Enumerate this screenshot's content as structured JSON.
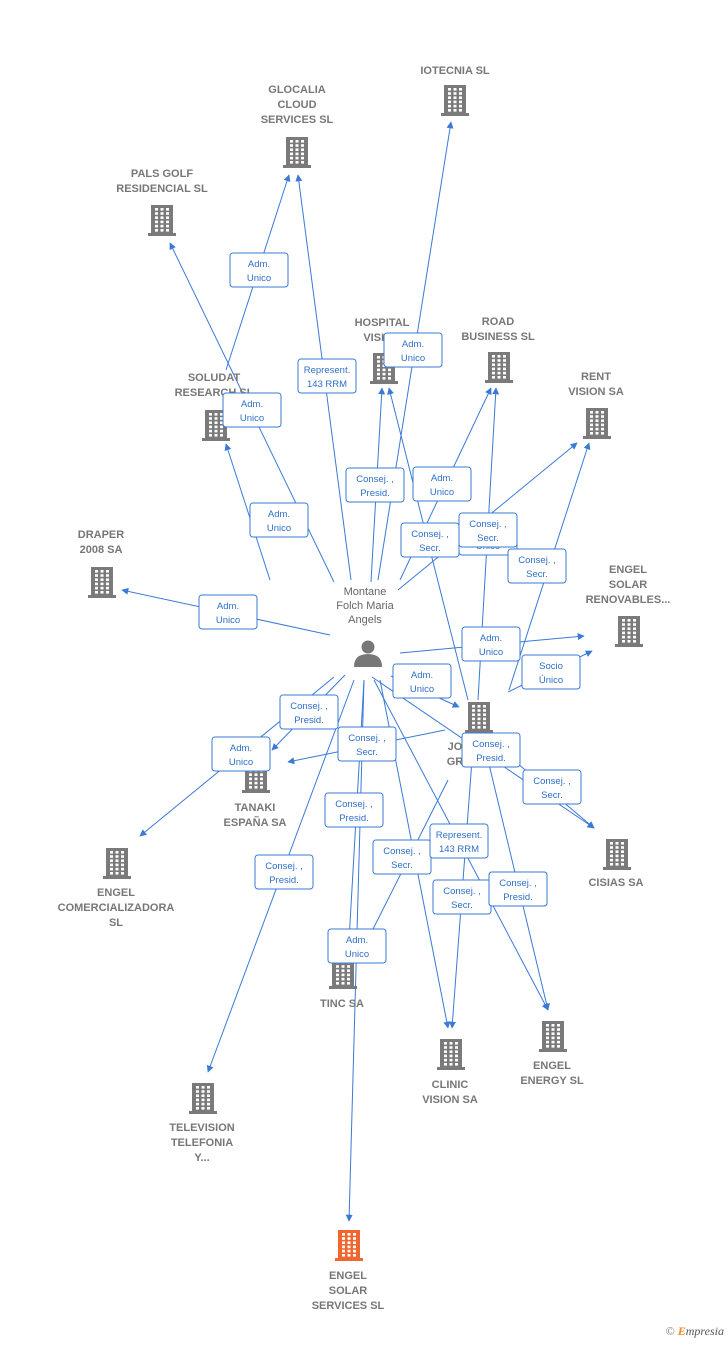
{
  "center": {
    "name_lines": [
      "Montane",
      "Folch Maria",
      "Angels"
    ]
  },
  "companies": [
    {
      "id": "iotecnia",
      "lines": [
        "IOTECNIA SL"
      ]
    },
    {
      "id": "glocalia",
      "lines": [
        "GLOCALIA",
        "CLOUD",
        "SERVICES SL"
      ]
    },
    {
      "id": "pals",
      "lines": [
        "PALS GOLF",
        "RESIDENCIAL SL"
      ]
    },
    {
      "id": "hospital",
      "lines": [
        "HOSPITAL",
        "VISION"
      ]
    },
    {
      "id": "road",
      "lines": [
        "ROAD",
        "BUSINESS SL"
      ]
    },
    {
      "id": "rent",
      "lines": [
        "RENT",
        "VISION SA"
      ]
    },
    {
      "id": "soludat",
      "lines": [
        "SOLUDAT",
        "RESEARCH SL"
      ]
    },
    {
      "id": "draper",
      "lines": [
        "DRAPER",
        "2008 SA"
      ]
    },
    {
      "id": "engelsolarren",
      "lines": [
        "ENGEL",
        "SOLAR",
        "RENOVABLES..."
      ]
    },
    {
      "id": "jomi",
      "lines": [
        "JO",
        "GR"
      ]
    },
    {
      "id": "tanaki",
      "lines": [
        "TANAKI",
        "ESPAÑA SA"
      ]
    },
    {
      "id": "engelcom",
      "lines": [
        "ENGEL",
        "COMERCIALIZADORA",
        "SL"
      ]
    },
    {
      "id": "cisias",
      "lines": [
        "CISIAS SA"
      ]
    },
    {
      "id": "tinc",
      "lines": [
        "TINC SA"
      ]
    },
    {
      "id": "clinic",
      "lines": [
        "CLINIC",
        "VISION SA"
      ]
    },
    {
      "id": "engelenergy",
      "lines": [
        "ENGEL",
        "ENERGY SL"
      ]
    },
    {
      "id": "television",
      "lines": [
        "TELEVISION",
        "TELEFONIA",
        "Y..."
      ]
    },
    {
      "id": "engelsolarserv",
      "lines": [
        "ENGEL",
        "SOLAR",
        "SERVICES SL"
      ],
      "highlight": true
    }
  ],
  "relations": [
    {
      "from": "center",
      "to": "iotecnia",
      "label": [
        "Adm.",
        "Unico"
      ]
    },
    {
      "from": "center",
      "to": "glocalia",
      "label": [
        "Represent.",
        "143 RRM"
      ]
    },
    {
      "from": "soludat",
      "to": "glocalia",
      "label": [
        "Adm.",
        "Unico"
      ]
    },
    {
      "from": "center",
      "to": "pals",
      "label": [
        "Adm.",
        "Unico"
      ]
    },
    {
      "from": "center",
      "to": "hospital",
      "label": [
        "Consej. ,",
        "Presid."
      ]
    },
    {
      "from": "jomi",
      "to": "hospital",
      "label": [
        "Consej. ,",
        "Secr."
      ]
    },
    {
      "from": "center",
      "to": "road",
      "label": [
        "Adm.",
        "Unico"
      ]
    },
    {
      "from": "jomi",
      "to": "road",
      "label": [
        "Socio",
        "Único"
      ]
    },
    {
      "from": "center",
      "to": "rent",
      "label": [
        "Consej. ,",
        "Secr."
      ]
    },
    {
      "from": "jomi",
      "to": "rent",
      "label": [
        "Consej. ,",
        "Secr."
      ]
    },
    {
      "from": "center",
      "to": "soludat",
      "label": [
        "Adm.",
        "Unico"
      ]
    },
    {
      "from": "center",
      "to": "draper",
      "label": [
        "Adm.",
        "Unico"
      ]
    },
    {
      "from": "center",
      "to": "engelsolarren",
      "label": [
        "Adm.",
        "Unico"
      ]
    },
    {
      "from": "jomi",
      "to": "engelsolarren",
      "label": [
        "Socio",
        "Único"
      ]
    },
    {
      "from": "center",
      "to": "jomi",
      "label": [
        "Adm.",
        "Unico"
      ]
    },
    {
      "from": "center",
      "to": "tanaki",
      "label": [
        "Consej. ,",
        "Presid."
      ]
    },
    {
      "from": "jomi",
      "to": "tanaki",
      "label": [
        "Consej. ,",
        "Secr."
      ]
    },
    {
      "from": "center",
      "to": "engelcom",
      "label": [
        "Adm.",
        "Unico"
      ]
    },
    {
      "from": "center",
      "to": "cisias",
      "label": [
        "Consej. ,",
        "Presid."
      ]
    },
    {
      "from": "jomi",
      "to": "cisias",
      "label": [
        "Consej. ,",
        "Secr."
      ]
    },
    {
      "from": "center",
      "to": "tinc",
      "label": [
        "Consej. ,",
        "Presid."
      ]
    },
    {
      "from": "jomi",
      "to": "tinc",
      "label": [
        "Consej. ,",
        "Secr."
      ]
    },
    {
      "from": "center",
      "to": "clinic",
      "label": [
        "Represent.",
        "143 RRM"
      ]
    },
    {
      "from": "jomi",
      "to": "clinic",
      "label": [
        "Consej. ,",
        "Secr."
      ]
    },
    {
      "from": "center",
      "to": "engelenergy",
      "label": [
        "Consej. ,",
        "Presid."
      ]
    },
    {
      "from": "jomi",
      "to": "engelenergy",
      "label": [
        "Consej. ,",
        "Presid."
      ]
    },
    {
      "from": "center",
      "to": "television",
      "label": [
        "Consej. ,",
        "Presid."
      ]
    },
    {
      "from": "center",
      "to": "engelsolarserv",
      "label": [
        "Adm.",
        "Unico"
      ]
    }
  ],
  "colors": {
    "edge": "#3a7ad5",
    "building": "#7a7a7a",
    "highlight": "#f0662e",
    "person": "#777777"
  },
  "brand": {
    "symbol": "©",
    "e": "E",
    "rest": "mpresia"
  }
}
